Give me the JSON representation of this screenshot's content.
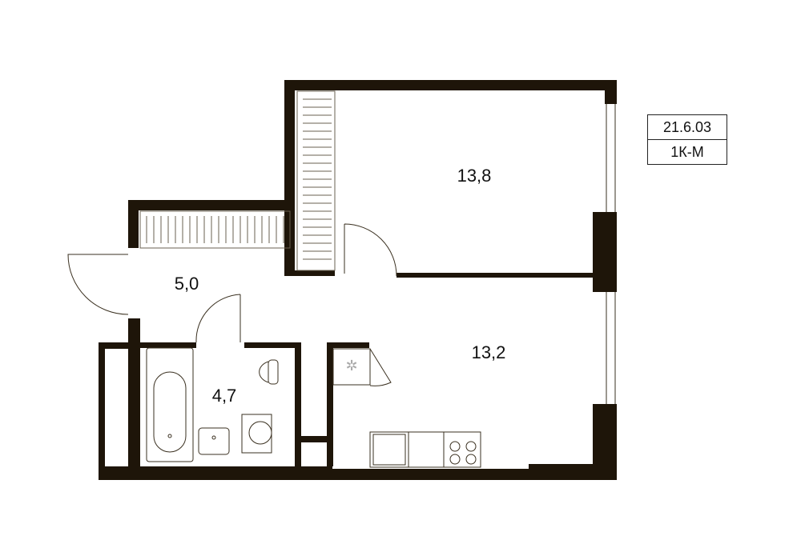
{
  "plan": {
    "rooms": [
      {
        "name": "room-13-8",
        "area": "13,8"
      },
      {
        "name": "room-13-2",
        "area": "13,2"
      },
      {
        "name": "hall",
        "area": "5,0"
      },
      {
        "name": "bathroom",
        "area": "4,7"
      }
    ],
    "wall_color": "#1e1509"
  },
  "info": {
    "code": "21.6.03",
    "type": "1К-М"
  }
}
